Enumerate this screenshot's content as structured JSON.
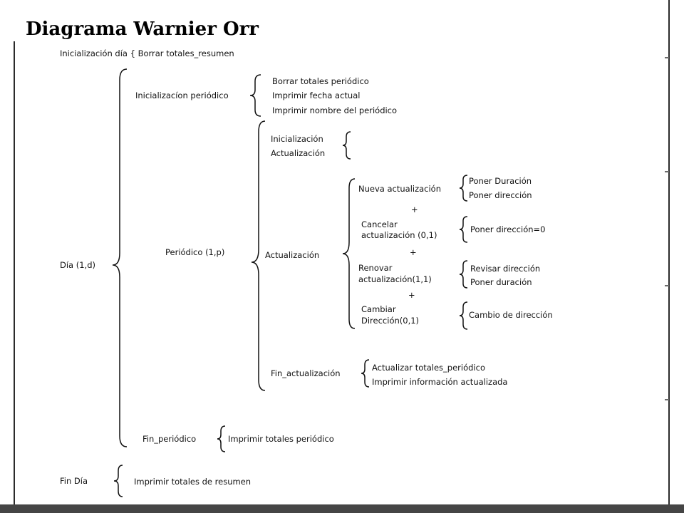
{
  "title": "Diagrama Warnier Orr",
  "diagram": {
    "header": "Inicialización día { Borrar totales_resumen",
    "dia": "Día (1,d)",
    "inicializacion_periodico": {
      "label": "Inicializacíon periódico",
      "items": [
        "Borrar totales periódico",
        "Imprimir fecha actual",
        "Imprimir nombre del periódico"
      ]
    },
    "periodico": {
      "label": "Periódico (1,p)",
      "inicializacion": "Inicialización",
      "actualizacion_first": "Actualización",
      "actualizacion": "Actualización",
      "operations": [
        {
          "name": [
            "Nueva actualización"
          ],
          "steps": [
            "Poner Duración",
            "Poner dirección"
          ]
        },
        {
          "name": [
            "Cancelar",
            "actualización (0,1)"
          ],
          "steps": [
            "Poner dirección=0"
          ]
        },
        {
          "name": [
            "Renovar",
            "actualización(1,1)"
          ],
          "steps": [
            "Revisar dirección",
            "Poner duración"
          ]
        },
        {
          "name": [
            "Cambiar",
            "Dirección(0,1)"
          ],
          "steps": [
            "Cambio de dirección"
          ]
        }
      ],
      "exclusive_symbol": "+",
      "fin_actualizacion": {
        "label": "Fin_actualización",
        "items": [
          "Actualizar totales_periódico",
          "Imprimir información actualizada"
        ]
      }
    },
    "fin_periodico": {
      "label": "Fin_periódico",
      "item": "Imprimir totales periódico"
    },
    "fin_dia": {
      "label": "Fin Día",
      "item": "Imprimir totales de resumen"
    }
  }
}
